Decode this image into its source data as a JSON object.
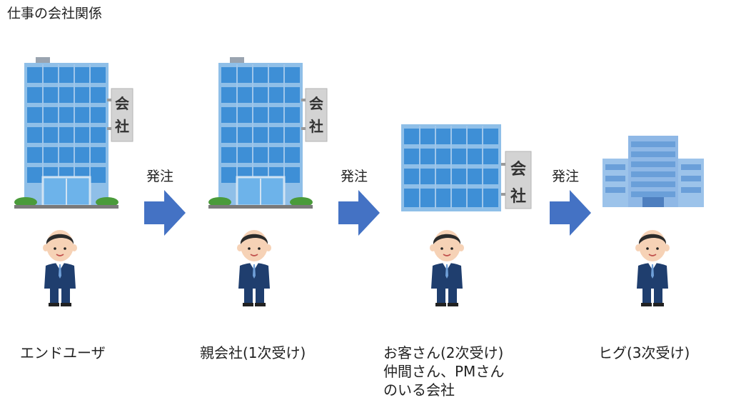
{
  "title": "仕事の会社関係",
  "sign_char_1": "会",
  "sign_char_2": "社",
  "order_label": "発注",
  "companies": [
    {
      "caption_lines": [
        "エンドユーザ"
      ]
    },
    {
      "caption_lines": [
        "親会社(1次受け)"
      ]
    },
    {
      "caption_lines": [
        "お客さん(2次受け)",
        "仲間さん、PMさん",
        "のいる会社"
      ]
    },
    {
      "caption_lines": [
        "ヒグ(3次受け)"
      ]
    }
  ],
  "colors": {
    "glass": "#3e8fd6",
    "glass_light": "#6db3ea",
    "frame": "#9fc6ea",
    "sign_bg": "#d3d3d3",
    "arrow": "#4472c4",
    "suit": "#1f3e6e",
    "hair": "#2b2b2b",
    "skin": "#f6d2b6"
  }
}
